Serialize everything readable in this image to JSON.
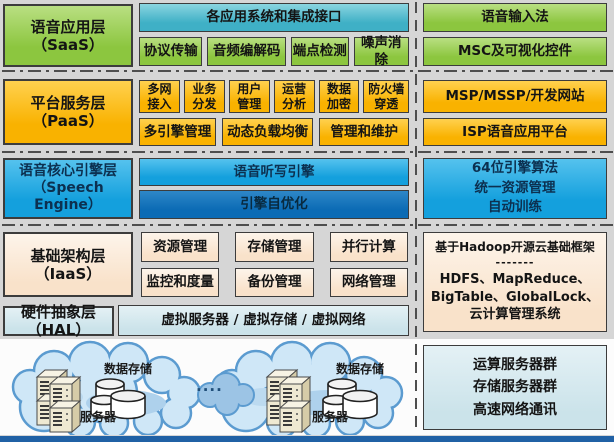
{
  "colors": {
    "bg": "#d6d6d6",
    "green": "#8cc63f",
    "green-light": "#b9df82",
    "teal": "#3fb0c6",
    "teal-light": "#8ad5e0",
    "orange": "#f9b200",
    "orange-light": "#ffd14f",
    "blue": "#14a0dd",
    "blue-light": "#55c2ee",
    "darkblue": "#0b6bb5",
    "darkblue-light": "#2e87c8",
    "cream": "#f9e2ca",
    "cream-light": "#fdf4ea",
    "paleblue": "#cbe3ea",
    "paleblue-light": "#e4f1f5",
    "border": "#3c3c3c",
    "divider": "#4e4e4e",
    "bottom-line": "#2061a5"
  },
  "layers": {
    "saas": {
      "label": "语音应用层（SaaS）",
      "header": "各应用系统和集成接口",
      "modules": [
        "协议传输",
        "音频编解码",
        "端点检测",
        "噪声消除"
      ],
      "right": [
        "语音输入法",
        "MSC及可视化控件"
      ]
    },
    "paas": {
      "label": "平台服务层（PaaS）",
      "modules_small": [
        "多网\n接入",
        "业务\n分发",
        "用户\n管理",
        "运营\n分析",
        "数据\n加密",
        "防火墙\n穿透"
      ],
      "modules_wide": [
        "多引擎管理",
        "动态负载均衡",
        "管理和维护"
      ],
      "right": [
        "MSP/MSSP/开发网站",
        "ISP语音应用平台"
      ]
    },
    "speech": {
      "label": "语音核心引擎层\n（Speech Engine）",
      "modules": [
        "语音听写引擎",
        "引擎自优化"
      ],
      "right": "64位引擎算法\n统一资源管理\n自动训练"
    },
    "iaas": {
      "label": "基础架构层（IaaS）",
      "modules_row1": [
        "资源管理",
        "存储管理",
        "并行计算"
      ],
      "modules_row2": [
        "监控和度量",
        "备份管理",
        "网络管理"
      ],
      "hadoop": {
        "title": "基于Hadoop开源云基础框架",
        "divider": "-------",
        "lines": "HDFS、MapReduce、\nBigTable、GlobalLock、\n云计算管理系统"
      }
    },
    "hal": {
      "label": "硬件抽象层（HAL）",
      "module": "虚拟服务器 / 虚拟存储 / 虚拟网络"
    },
    "infra": {
      "cloud1": {
        "storage_label": "数据存储",
        "server_label": "服务器"
      },
      "cloud2": {
        "storage_label": "数据存储",
        "server_label": "服务器"
      },
      "ellipsis": "····",
      "right": "运算服务器群\n存储服务器群\n高速网络通讯"
    }
  }
}
